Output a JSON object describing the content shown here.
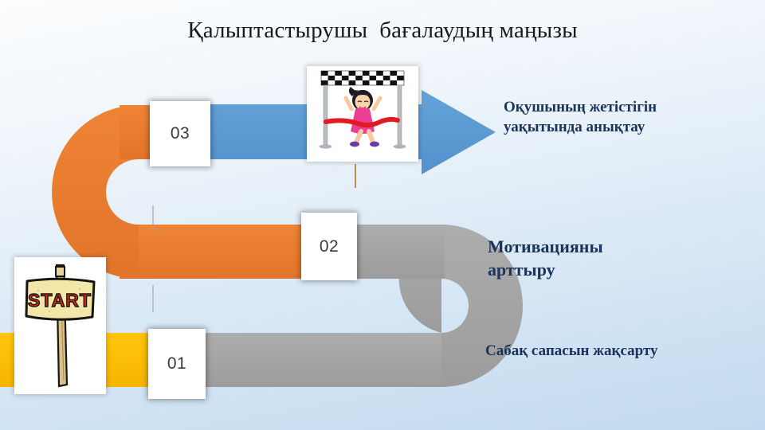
{
  "slide": {
    "title": "Қалыптастырушы  бағалаудың маңызы",
    "background_top": "#fcfdfe",
    "background_bottom": "#c3daf0"
  },
  "ribbon": {
    "segments": [
      {
        "step": "01",
        "color": "#FFC000",
        "name": "yellow-segment"
      },
      {
        "step": "02",
        "color": "#A6A6A6",
        "name": "gray-segment"
      },
      {
        "step": "03",
        "color": "#E8792F",
        "name": "orange-segment"
      },
      {
        "step": "arrow",
        "color": "#5B9BD5",
        "name": "blue-arrow-segment"
      }
    ]
  },
  "steps": [
    {
      "number": "01",
      "label": "Сабақ сапасын жақсарту"
    },
    {
      "number": "02",
      "label": "Мотивацияны арттыру"
    },
    {
      "number": "03",
      "label": "Оқушының жетістігін уақытында анықтау"
    }
  ],
  "cards": {
    "step3_number": "03",
    "step2_number": "02",
    "step1_number": "01"
  },
  "callouts": {
    "top": "Оқушының жетістігін\nуақытында анықтау",
    "middle": "Мотивацияны\nарттыру",
    "bottom": "Сабақ сапасын жақсарту"
  },
  "images": {
    "start_sign": {
      "name": "start-sign-image",
      "text": "START"
    },
    "finish_line": {
      "name": "finish-line-runner-image",
      "text": ""
    }
  },
  "colors": {
    "orange": "#E8792F",
    "gray": "#A6A6A6",
    "yellow": "#FFC000",
    "blue": "#5B9BD5",
    "text_navy": "#1a3358",
    "number_gray": "#3a3a3a"
  }
}
